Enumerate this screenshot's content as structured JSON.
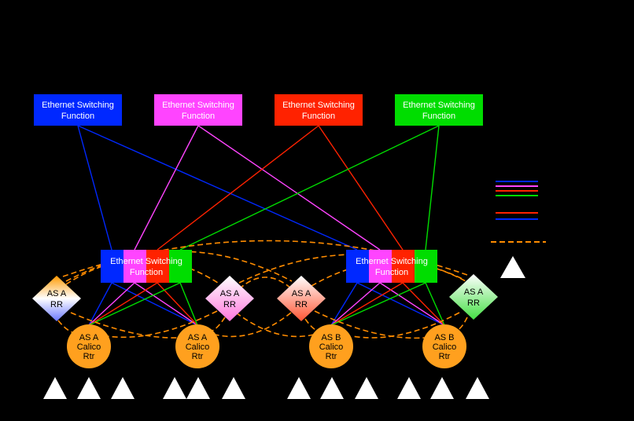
{
  "colors": {
    "blue": "#0028ff",
    "magenta": "#ff44ff",
    "red": "#ff2200",
    "green": "#00dd00",
    "orange": "#ffa01e",
    "orange_dash": "#ff8c00",
    "white": "#ffffff",
    "background": "#000000"
  },
  "spine_switches": [
    {
      "label_line1": "Ethernet Switching",
      "label_line2": "Function",
      "color": "#0028ff"
    },
    {
      "label_line1": "Ethernet Switching",
      "label_line2": "Function",
      "color": "#ff44ff"
    },
    {
      "label_line1": "Ethernet Switching",
      "label_line2": "Function",
      "color": "#ff2200"
    },
    {
      "label_line1": "Ethernet Switching",
      "label_line2": "Function",
      "color": "#00dd00"
    }
  ],
  "tor_switches": [
    {
      "label_line1": "Ethernet Switching",
      "label_line2": "Function",
      "segment_colors": [
        "#0028ff",
        "#ff44ff",
        "#ff2200",
        "#00dd00"
      ]
    },
    {
      "label_line1": "Ethernet Switching",
      "label_line2": "Function",
      "segment_colors": [
        "#0028ff",
        "#ff44ff",
        "#ff2200",
        "#00dd00"
      ]
    }
  ],
  "route_reflectors": [
    {
      "line1": "AS A",
      "line2": "RR",
      "grad_from": "#ff9a00",
      "grad_mid": "#ffffff",
      "grad_to": "#6a78ff"
    },
    {
      "line1": "AS A",
      "line2": "RR",
      "grad_from": "#ffffff",
      "grad_to": "#ff77dd"
    },
    {
      "line1": "AS A",
      "line2": "RR",
      "grad_from": "#ffffff",
      "grad_to": "#ff5533"
    },
    {
      "line1": "AS A",
      "line2": "RR",
      "grad_from": "#ffffff",
      "grad_to": "#44e044"
    }
  ],
  "routers": [
    {
      "line1": "AS A",
      "line2": "Calico",
      "line3": "Rtr"
    },
    {
      "line1": "AS A",
      "line2": "Calico",
      "line3": "Rtr"
    },
    {
      "line1": "AS B",
      "line2": "Calico",
      "line3": "Rtr"
    },
    {
      "line1": "AS B",
      "line2": "Calico",
      "line3": "Rtr"
    }
  ],
  "legend": {
    "line_colors": [
      "#0028ff",
      "#ff44ff",
      "#ff2200",
      "#00dd00"
    ],
    "extra_line_colors": [
      "#ff2200",
      "#0028ff"
    ],
    "dashed_color": "#ff8c00",
    "triangle_color": "#ffffff"
  }
}
